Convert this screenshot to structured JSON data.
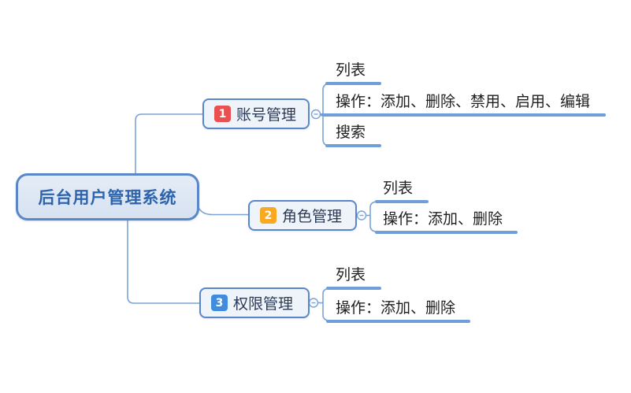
{
  "root": {
    "label": "后台用户管理系统"
  },
  "branches": [
    {
      "badge": "1",
      "badge_color": "#e85051",
      "label": "账号管理",
      "children": [
        {
          "label": "列表"
        },
        {
          "label": "操作：添加、删除、禁用、启用、编辑"
        },
        {
          "label": "搜索"
        }
      ]
    },
    {
      "badge": "2",
      "badge_color": "#f8a921",
      "label": "角色管理",
      "children": [
        {
          "label": "列表"
        },
        {
          "label": "操作：添加、删除"
        }
      ]
    },
    {
      "badge": "3",
      "badge_color": "#418cdd",
      "label": "权限管理",
      "children": [
        {
          "label": "列表"
        },
        {
          "label": "操作：添加、删除"
        }
      ]
    }
  ],
  "colors": {
    "node_border": "#5b87c8",
    "root_fill": "#dce6f3",
    "branch_fill": "#eff4fb",
    "root_text": "#2e64ad",
    "branch_text": "#2b3a55",
    "child_text": "#1f1f1f",
    "underline": "#6f9ed9",
    "connector": "#7ba3d6"
  }
}
